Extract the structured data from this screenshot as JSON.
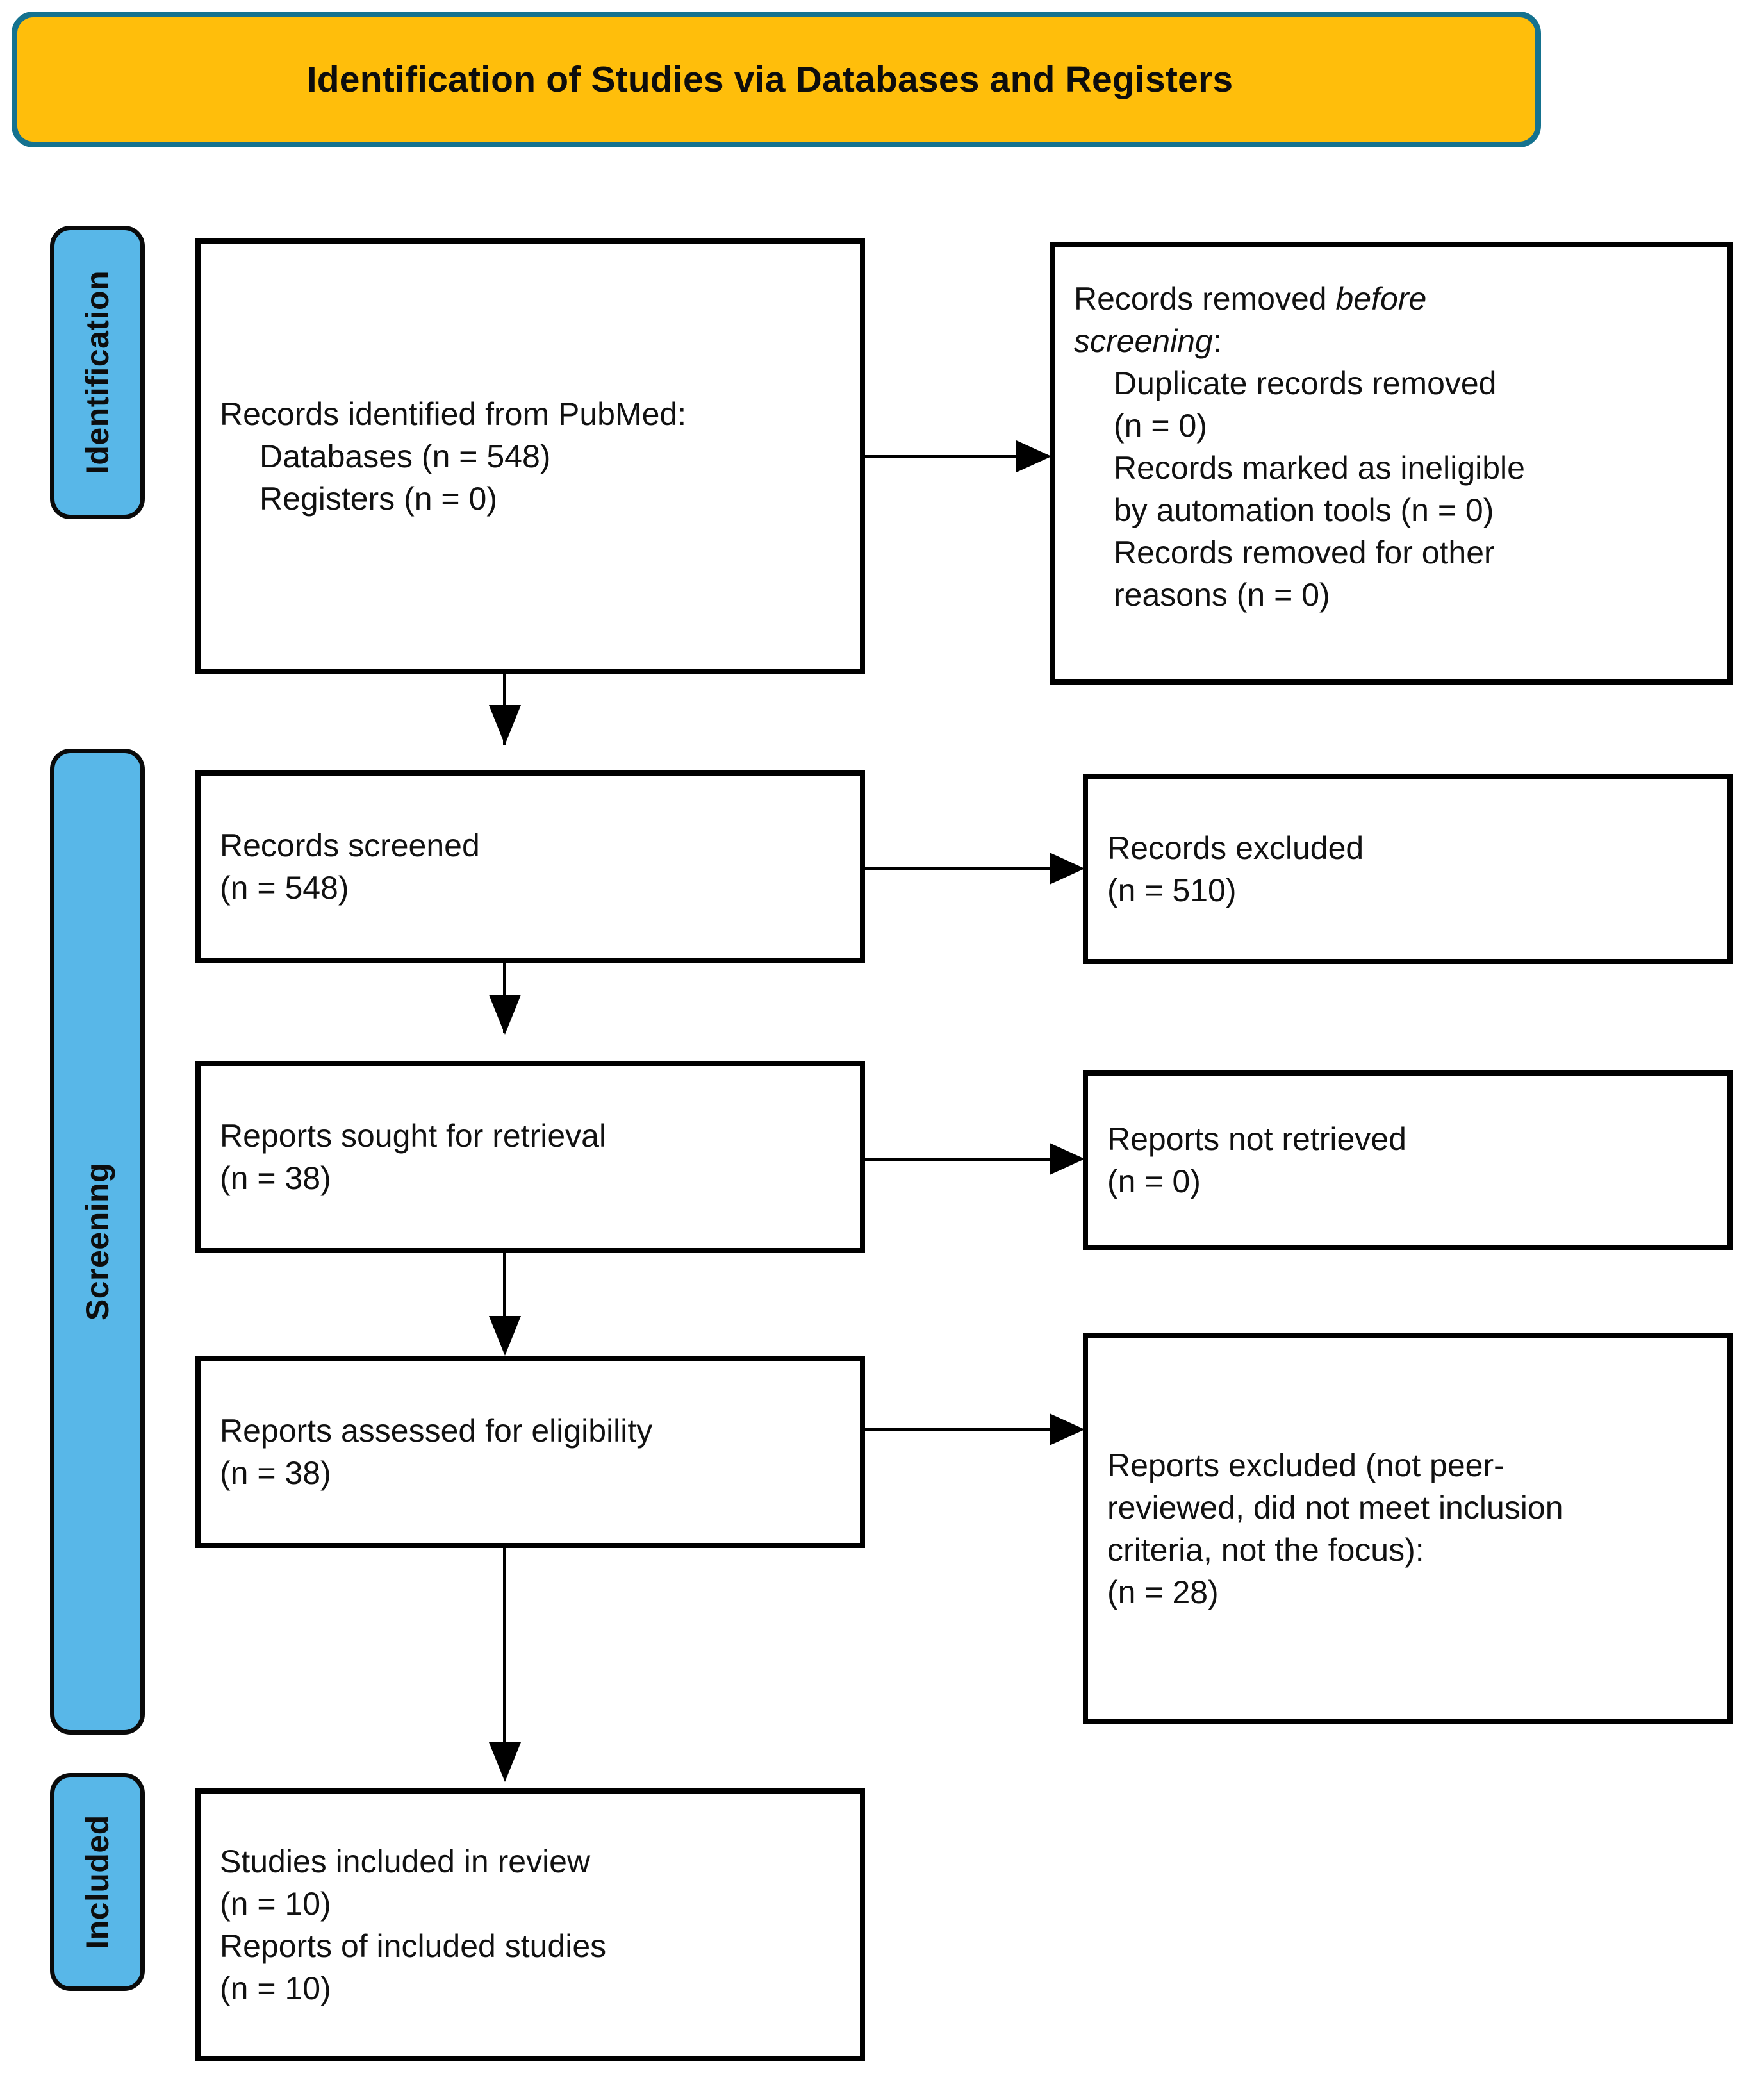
{
  "banner": {
    "title": "Identification of Studies via Databases and Registers",
    "fill_color": "#FFBE0B",
    "border_color": "#15728F"
  },
  "stages": [
    {
      "id": "identification",
      "label": "Identification"
    },
    {
      "id": "screening",
      "label": "Screening"
    },
    {
      "id": "included",
      "label": "Included"
    }
  ],
  "stage_color": "#58B7E8",
  "boxes": {
    "records_identified": {
      "line1": "Records identified from PubMed:",
      "line2": "Databases (n = 548)",
      "line3": "Registers (n = 0)"
    },
    "records_removed": {
      "line1_plain": "Records removed ",
      "line1_italic": "before",
      "line2_italic": "screening",
      "line2_plain": ":",
      "item1": "Duplicate records removed",
      "item1_n": "(n = 0)",
      "item2": "Records marked as ineligible",
      "item2b": "by automation tools (n = 0)",
      "item3": "Records removed for other",
      "item3b": "reasons (n = 0)"
    },
    "records_screened": {
      "line1": "Records screened",
      "line2": "(n = 548)"
    },
    "records_excluded": {
      "line1": "Records excluded",
      "line2": "(n = 510)"
    },
    "reports_sought": {
      "line1": "Reports sought for retrieval",
      "line2": "(n = 38)"
    },
    "reports_not_retrieved": {
      "line1": "Reports not retrieved",
      "line2": "(n = 0)"
    },
    "reports_assessed": {
      "line1": "Reports assessed for eligibility",
      "line2": "(n = 38)"
    },
    "reports_excluded": {
      "line1": "Reports excluded (not peer-",
      "line2": "reviewed, did not meet inclusion",
      "line3": "criteria, not the focus):",
      "line4": "(n = 28)"
    },
    "studies_included": {
      "line1": "Studies included in review",
      "line2": "(n = 10)",
      "line3": "Reports of included studies",
      "line4": "(n = 10)"
    }
  }
}
